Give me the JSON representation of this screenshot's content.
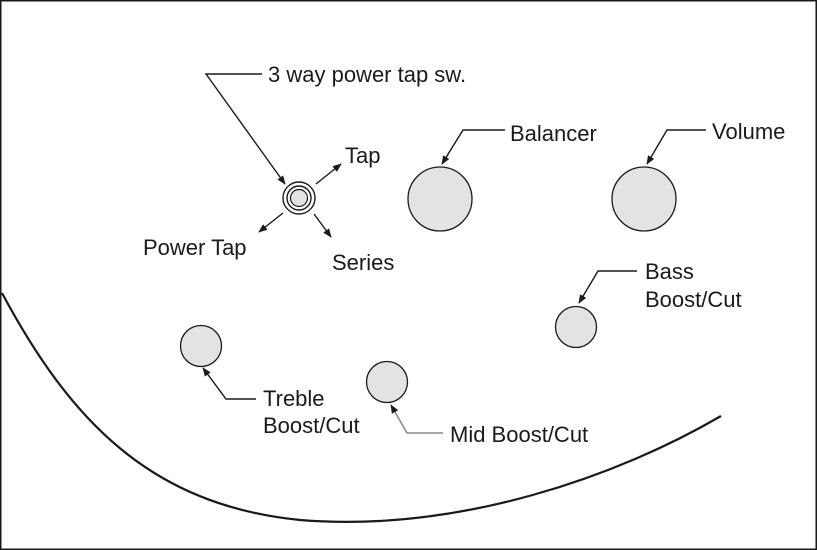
{
  "labels": {
    "switch": "3 way power tap sw.",
    "tap": "Tap",
    "power_tap": "Power Tap",
    "series": "Series",
    "balancer": "Balancer",
    "volume": "Volume",
    "bass_line1": "Bass",
    "bass_line2": "Boost/Cut",
    "treble_line1": "Treble",
    "treble_line2": "Boost/Cut",
    "mid": "Mid Boost/Cut"
  },
  "colors": {
    "line": "#1a1a1a",
    "knob_fill": "#e3e3e3",
    "mid_leader": "#8a8a8a",
    "background": "#ffffff"
  }
}
